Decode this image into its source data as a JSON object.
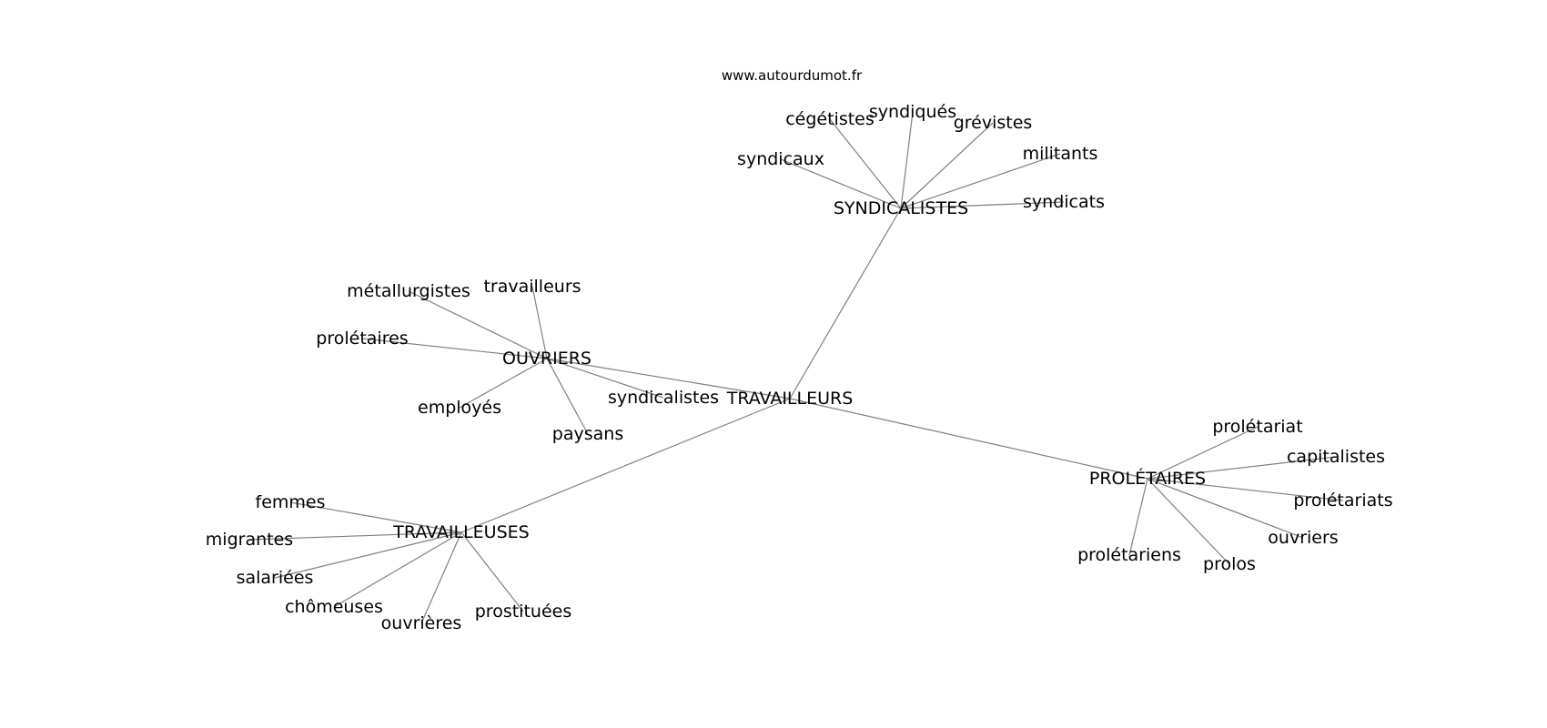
{
  "watermark": "www.autourdumot.fr",
  "center": "TRAVAILLEURS",
  "clusters": [
    {
      "hub": "SYNDICALISTES",
      "words": [
        "cégétistes",
        "syndiqués",
        "grévistes",
        "syndicaux",
        "militants",
        "syndicats"
      ]
    },
    {
      "hub": "OUVRIERS",
      "words": [
        "métallurgistes",
        "travailleurs",
        "prolétaires",
        "employés",
        "syndicalistes",
        "paysans"
      ]
    },
    {
      "hub": "PROLÉTAIRES",
      "words": [
        "prolétariat",
        "capitalistes",
        "prolétariats",
        "ouvriers",
        "prolétariens",
        "prolos"
      ]
    },
    {
      "hub": "TRAVAILLEUSES",
      "words": [
        "femmes",
        "migrantes",
        "salariées",
        "chômeuses",
        "ouvrières",
        "prostituées"
      ]
    }
  ]
}
